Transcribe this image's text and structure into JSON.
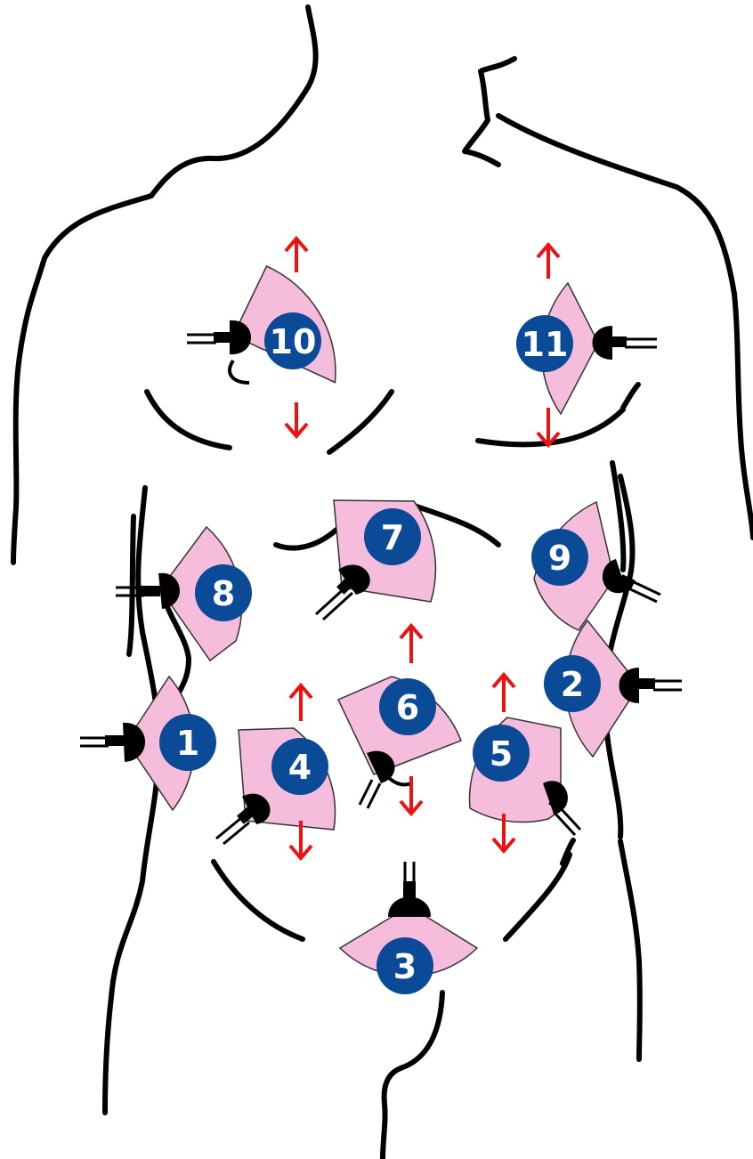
{
  "colors": {
    "outline": "#000000",
    "probe_sector": "#f5bcdc",
    "probe_body": "#000000",
    "marker_circle": "#0a4a96",
    "marker_text": "#ffffff",
    "arrow": "#ee1111",
    "background": "#ffffff"
  },
  "positions": [
    {
      "label": "1",
      "probe_side": "left",
      "arrows": "none"
    },
    {
      "label": "2",
      "probe_side": "right",
      "arrows": "none"
    },
    {
      "label": "3",
      "probe_side": "top",
      "arrows": "none"
    },
    {
      "label": "4",
      "probe_side": "bottom-left",
      "arrows": "up-down"
    },
    {
      "label": "5",
      "probe_side": "bottom-right",
      "arrows": "up-down"
    },
    {
      "label": "6",
      "probe_side": "bottom-left",
      "arrows": "up-down"
    },
    {
      "label": "7",
      "probe_side": "bottom-left",
      "arrows": "none"
    },
    {
      "label": "8",
      "probe_side": "left",
      "arrows": "none"
    },
    {
      "label": "9",
      "probe_side": "right",
      "arrows": "none"
    },
    {
      "label": "10",
      "probe_side": "left",
      "arrows": "up-down"
    },
    {
      "label": "11",
      "probe_side": "right",
      "arrows": "up-down"
    }
  ],
  "icons": {
    "probe": "ultrasound-probe-icon",
    "arrow": "double-arrow-icon"
  }
}
